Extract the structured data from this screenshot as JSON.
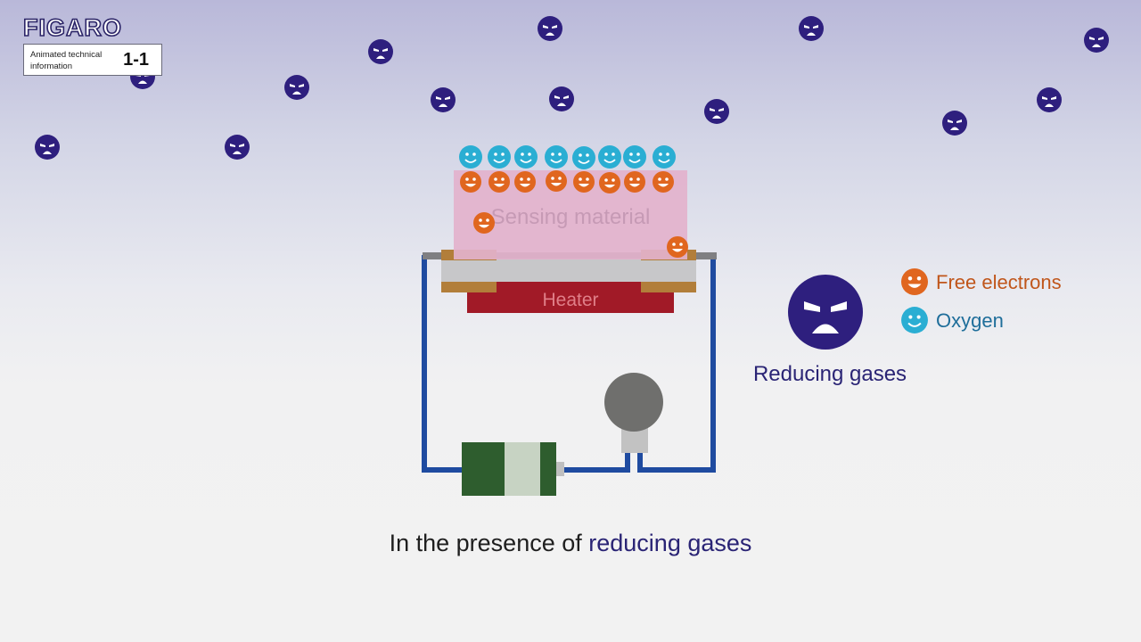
{
  "header": {
    "logo_text": "FIGARO",
    "info_line1": "Animated technical",
    "info_line2": "information",
    "info_code": "1-1"
  },
  "diagram": {
    "sensing_material_label": "Sensing material",
    "heater_label": "Heater"
  },
  "legend": {
    "free_electrons_label": "Free electrons",
    "oxygen_label": "Oxygen",
    "reducing_gases_label": "Reducing gases"
  },
  "caption": {
    "prefix": "In the presence of",
    "highlight": "reducing gases"
  },
  "colors": {
    "gas": "#2e1f7e",
    "electron": "#e0661f",
    "oxygen": "#2aaed3",
    "sensing_material": "#e3b2cc",
    "heater": "#a11a27",
    "wire": "#1f4ba0",
    "electrode": "#b27e3a",
    "battery": "#2e5d2e",
    "lamp": "#6f6f6d",
    "legend_electron_text": "#c0561b",
    "legend_oxygen_text": "#1f6e9a",
    "legend_gas_text": "#2a2475"
  }
}
